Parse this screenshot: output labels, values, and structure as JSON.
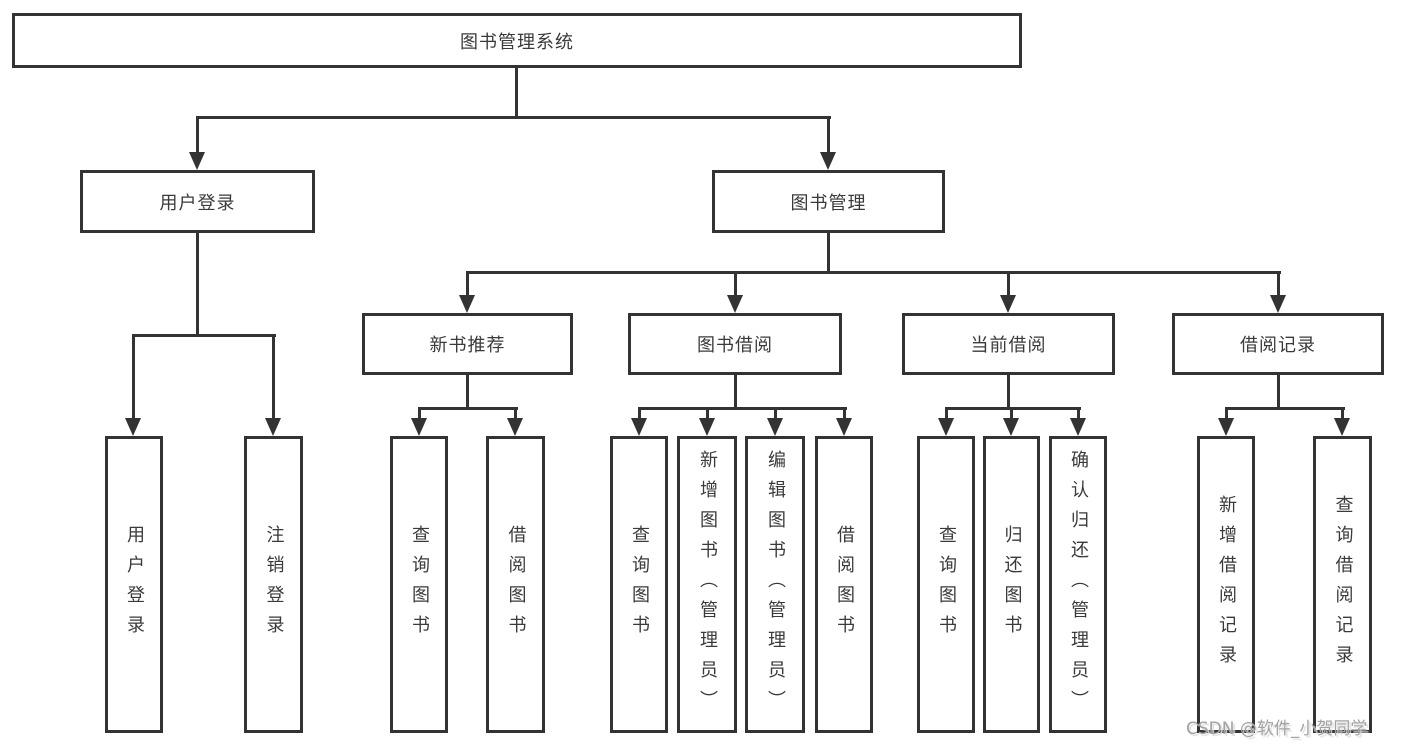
{
  "tree": {
    "label": "图书管理系统",
    "children": [
      {
        "label": "用户登录",
        "children": [
          {
            "label": "用户登录"
          },
          {
            "label": "注销登录"
          }
        ]
      },
      {
        "label": "图书管理",
        "children": [
          {
            "label": "新书推荐",
            "children": [
              {
                "label": "查询图书"
              },
              {
                "label": "借阅图书"
              }
            ]
          },
          {
            "label": "图书借阅",
            "children": [
              {
                "label": "查询图书"
              },
              {
                "label": "新增图书（管理员）"
              },
              {
                "label": "编辑图书（管理员）"
              },
              {
                "label": "借阅图书"
              }
            ]
          },
          {
            "label": "当前借阅",
            "children": [
              {
                "label": "查询图书"
              },
              {
                "label": "归还图书"
              },
              {
                "label": "确认归还（管理员）"
              }
            ]
          },
          {
            "label": "借阅记录",
            "children": [
              {
                "label": "新增借阅记录"
              },
              {
                "label": "查询借阅记录"
              }
            ]
          }
        ]
      }
    ]
  },
  "watermark": {
    "text": "CSDN @软件_小贺同学"
  },
  "colors": {
    "line": "#333333",
    "text": "#3a3a3a",
    "background": "#ffffff",
    "watermark": "#a3a3a3"
  }
}
